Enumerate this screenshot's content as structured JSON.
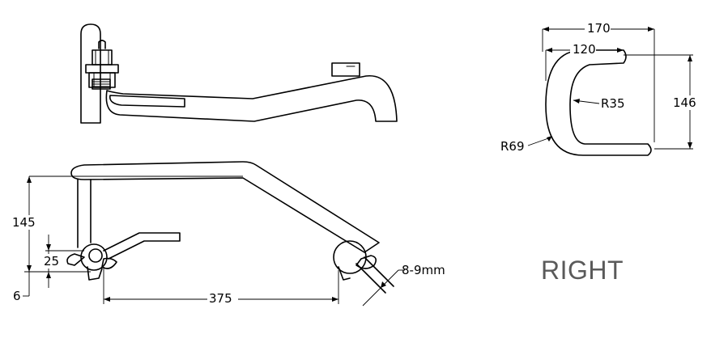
{
  "labels": {
    "width_total": "170",
    "width_inner": "120",
    "height_right": "146",
    "radius_inner": "R35",
    "radius_outer": "R69",
    "height_front": "145",
    "offset_25": "25",
    "offset_6": "6",
    "span": "375",
    "rod_dia": "8-9mm",
    "side": "RIGHT"
  },
  "colors": {
    "line": "#000000",
    "side_label": "#5a5a5a",
    "background": "#ffffff"
  }
}
